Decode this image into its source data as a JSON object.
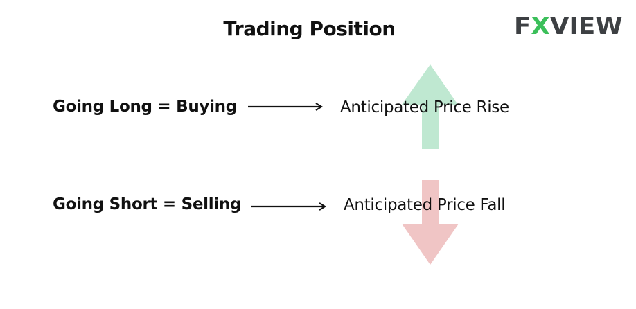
{
  "title": "Trading Position",
  "logo": {
    "prefix": "F",
    "highlight": "X",
    "suffix": "VIEW",
    "text_color": "#3d4043",
    "accent_color": "#3bbf5a"
  },
  "rows": [
    {
      "position": "Going Long = Buying",
      "outcome": "Anticipated Price Rise",
      "direction": "up",
      "arrow_color": "#bfe8d1"
    },
    {
      "position": "Going Short = Selling",
      "outcome": "Anticipated Price Fall",
      "direction": "down",
      "arrow_color": "#f0c5c5"
    }
  ]
}
